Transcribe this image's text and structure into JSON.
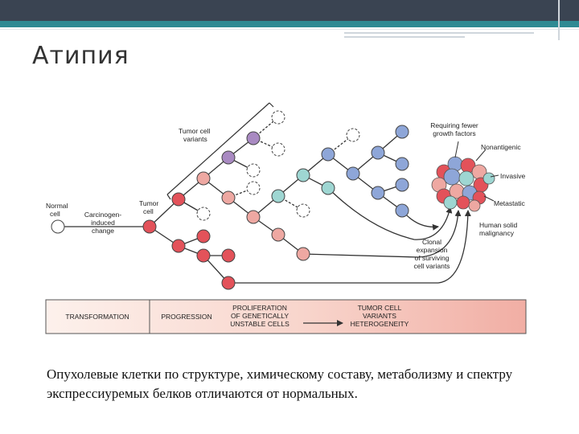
{
  "slide": {
    "title": "Атипия",
    "caption": "Опухолевые клетки по структуре, химическому составу, метаболизму и спектру экспрессиуремых белков отличаются от нормальных."
  },
  "diagram": {
    "labels": {
      "normal_cell": [
        "Normal",
        "cell"
      ],
      "carcinogen_change": [
        "Carcinogen-",
        "induced",
        "change"
      ],
      "tumor_cell": [
        "Tumor",
        "cell"
      ],
      "tumor_cell_variants": [
        "Tumor cell",
        "variants"
      ],
      "clonal_expansion": [
        "Clonal",
        "expansion",
        "of surviving",
        "cell variants"
      ],
      "requiring_fewer": [
        "Requiring fewer",
        "growth factors"
      ],
      "nonantigenic": "Nonantigenic",
      "invasive": "Invasive",
      "metastatic": "Metastatic",
      "human_solid_malignancy": [
        "Human solid",
        "malignancy"
      ]
    },
    "stages": {
      "transformation": "TRANSFORMATION",
      "progression": "PROGRESSION",
      "proliferation": [
        "PROLIFERATION",
        "OF GENETICALLY",
        "UNSTABLE CELLS"
      ],
      "tumor_variants": [
        "TUMOR CELL",
        "VARIANTS",
        "HETEROGENEITY"
      ]
    },
    "colors": {
      "red": "#e3525a",
      "pink": "#eea8a2",
      "purple": "#a98ac2",
      "teal": "#9ed6d2",
      "blue": "#8ea6d8",
      "stage_bar_left": "#fdeee8",
      "stage_bar_right": "#f2b2a8"
    }
  }
}
